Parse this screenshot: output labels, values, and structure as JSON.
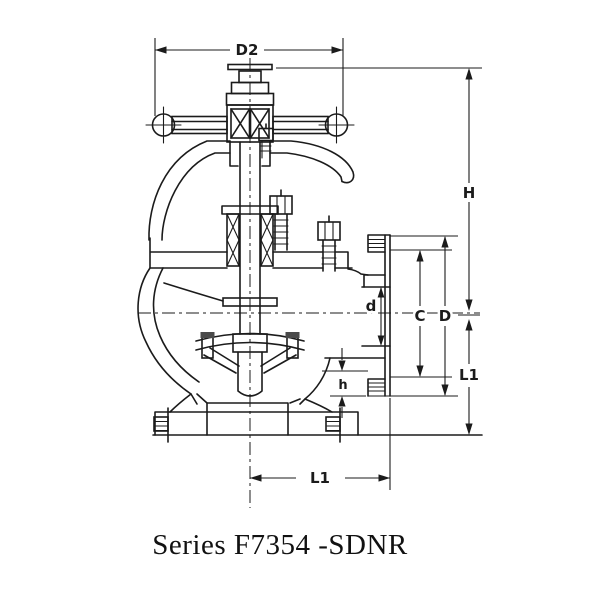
{
  "caption": "Series F7354 -SDNR",
  "dimensions": {
    "handwheel_diameter": "D2",
    "overall_height": "H",
    "bolt_circle": "C",
    "flange_od": "D",
    "bore": "d",
    "boss_height": "h",
    "center_to_base": "L1",
    "center_to_face": "L1"
  },
  "colors": {
    "line": "#1b1b1b",
    "background": "#ffffff"
  }
}
